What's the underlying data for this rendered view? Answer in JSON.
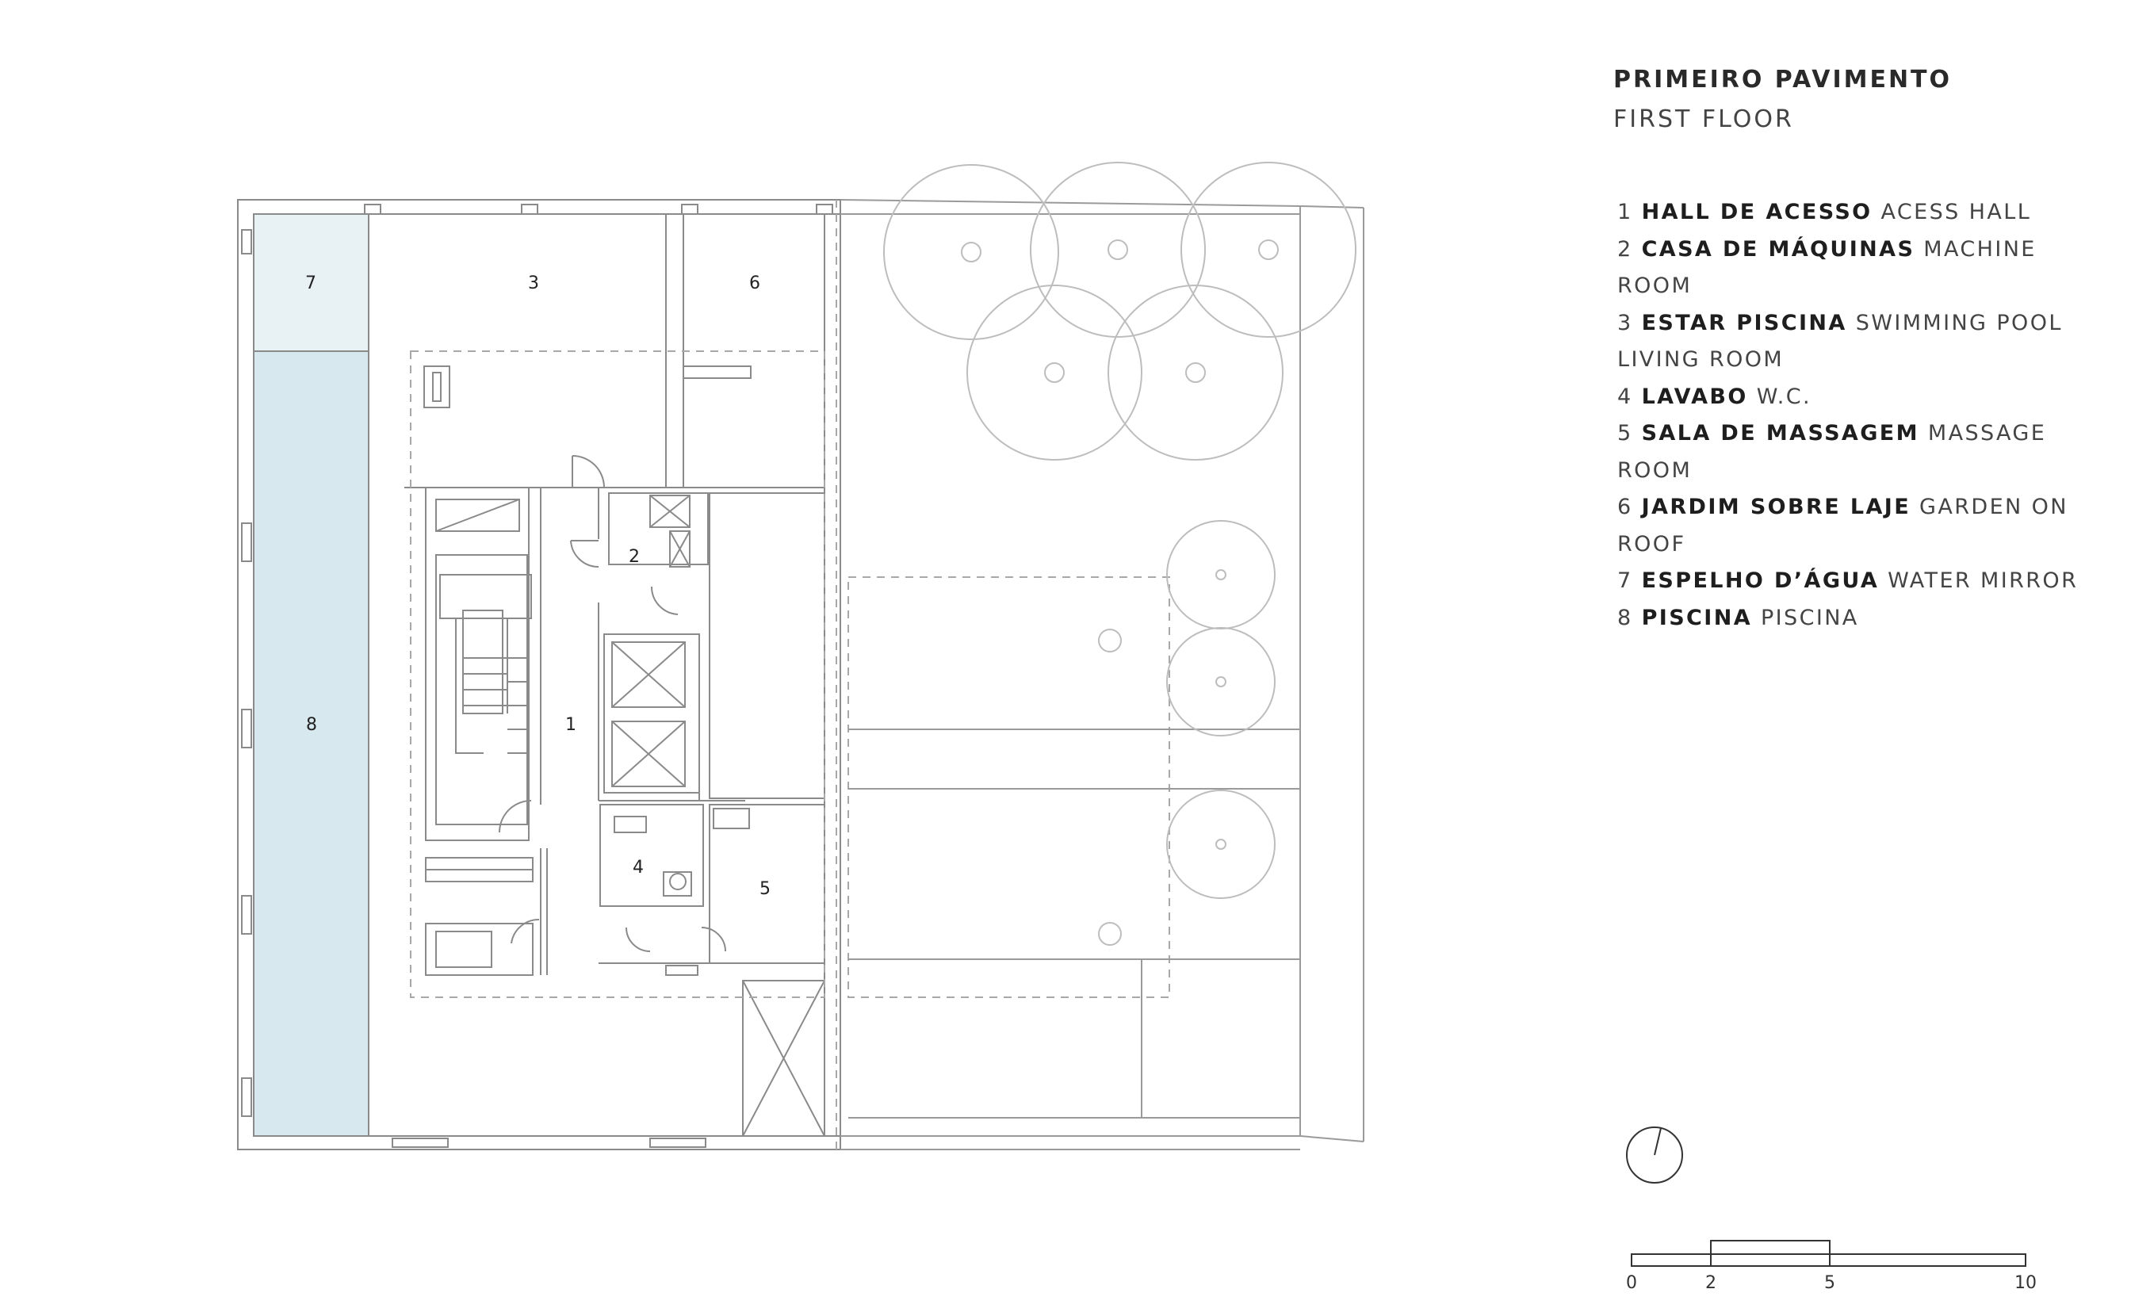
{
  "header": {
    "title": "PRIMEIRO PAVIMENTO",
    "subtitle": "FIRST FLOOR"
  },
  "legend": [
    {
      "num": "1",
      "pt": "HALL DE ACESSO",
      "en": "ACESS HALL"
    },
    {
      "num": "2",
      "pt": "CASA DE MÁQUINAS",
      "en": "MACHINE ROOM"
    },
    {
      "num": "3",
      "pt": "ESTAR PISCINA",
      "en": "SWIMMING POOL LIVING ROOM"
    },
    {
      "num": "4",
      "pt": "LAVABO",
      "en": "W.C."
    },
    {
      "num": "5",
      "pt": "SALA DE MASSAGEM",
      "en": "MASSAGE ROOM"
    },
    {
      "num": "6",
      "pt": "JARDIM SOBRE LAJE",
      "en": "GARDEN ON ROOF"
    },
    {
      "num": "7",
      "pt": "ESPELHO D’ÁGUA",
      "en": "WATER MIRROR"
    },
    {
      "num": "8",
      "pt": "PISCINA",
      "en": "PISCINA"
    }
  ],
  "plan_labels": {
    "r1": "1",
    "r2": "2",
    "r3": "3",
    "r4": "4",
    "r5": "5",
    "r6": "6",
    "r7": "7",
    "r8": "8"
  },
  "scale_bar": {
    "ticks": [
      "0",
      "2",
      "5",
      "10"
    ]
  },
  "colors": {
    "water_mirror": "#e8f2f5",
    "pool": "#d7e9ef",
    "line": "#8a8a8a",
    "dashed": "#a8a8a8",
    "trees": "#bdbdbd"
  },
  "icons": {
    "north": "north-arrow-icon"
  }
}
